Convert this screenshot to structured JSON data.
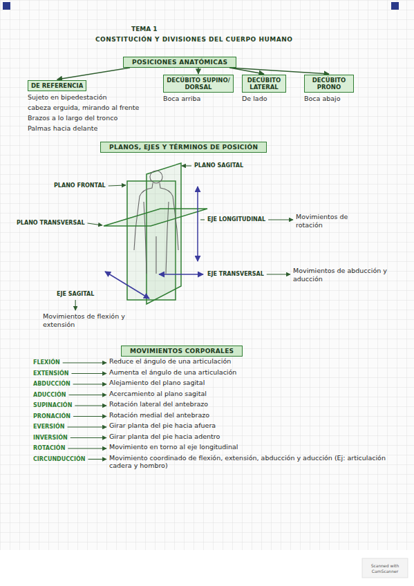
{
  "diagram": {
    "title": "CONSTITUCIÓN Y DIVISIONES DEL CUERPO HUMANO",
    "nodes": [
      {
        "text": [
          "POSICIONES ANATÓMICAS"
        ]
      },
      {
        "text": [
          "DE REFERENCIA",
          "Sujeto en bipedestación",
          "cabeza erguida, mirando al frente",
          "Brazos a lo largo del tronco",
          "Palmas hacia delante"
        ]
      },
      {
        "text": [
          "DECÚBITO SUPINO/ DORSAL",
          "Boca arriba"
        ]
      },
      {
        "text": [
          "DECÚBITO LATERAL",
          "De lado"
        ]
      },
      {
        "text": [
          "DECÚBITO PRONO",
          "Boca abajo"
        ]
      },
      {
        "text": [
          "PLANOS, EJES Y TÉRMINOS DE POSICIÓN"
        ]
      },
      {
        "text": [
          "MOVIMIENTOS CORPORALES"
        ]
      }
    ],
    "edges": [
      {
        "from": 0,
        "to": 1,
        "arrow": "to"
      },
      {
        "from": 0,
        "to": 2,
        "arrow": "to"
      },
      {
        "from": 0,
        "to": 3,
        "arrow": "to"
      },
      {
        "from": 0,
        "to": 4,
        "arrow": "to"
      }
    ],
    "labels": [
      "TEMA 1",
      "PLANO SAGITAL",
      "PLANO FRONTAL",
      "PLANO TRANSVERSAL",
      "EJE LONGITUDINAL",
      "Movimientos de rotación",
      "EJE TRANSVERSAL",
      "Movimientos de abducción y aducción",
      "EJE SAGITAL",
      "Movimientos de flexión y extensión",
      "FLEXIÓN",
      "Reduce el ángulo de una articulación",
      "EXTENSIÓN",
      "Aumenta el ángulo de una articulación",
      "ABDUCCIÓN",
      "Alejamiento del plano sagital",
      "ADUCCIÓN",
      "Acercamiento al plano sagital",
      "SUPINACIÓN",
      "Rotación lateral del antebrazo",
      "PRONACIÓN",
      "Rotación medial del antebrazo",
      "EVERSIÓN",
      "Girar planta del pie hacia afuera",
      "INVERSIÓN",
      "Girar planta del pie hacia adentro",
      "ROTACIÓN",
      "Movimiento en torno al eje longitudinal",
      "CIRCUNDUCCIÓN",
      "Movimiento coordinado de flexión, extensión, abducción y aducción (Ej: articulación cadera y hombro)",
      "Scanned with CamScanner"
    ]
  }
}
